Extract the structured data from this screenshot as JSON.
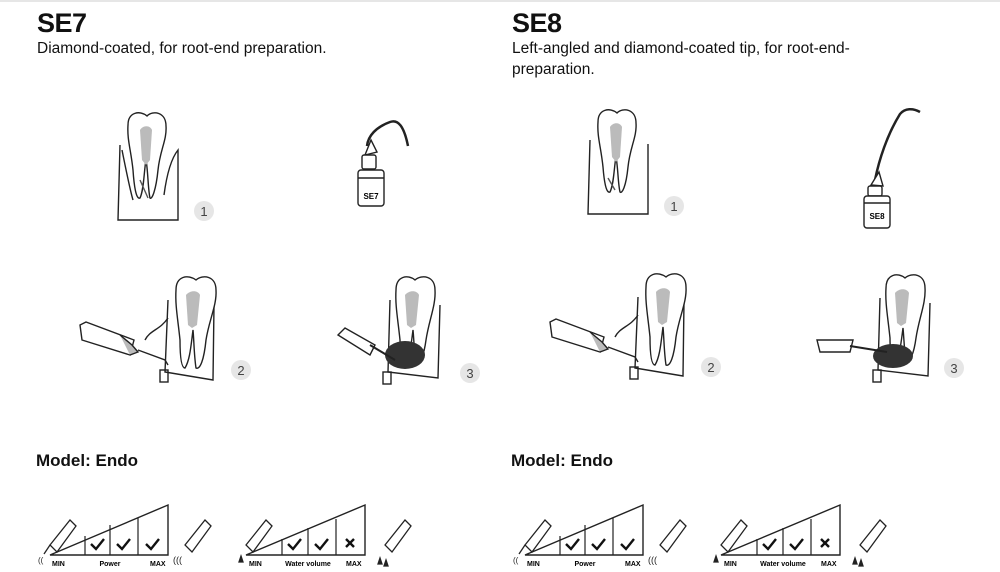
{
  "panels": [
    {
      "title": "SE7",
      "description": "Diamond-coated, for root-end preparation.",
      "tip_label": "SE7",
      "steps": [
        "1",
        "2",
        "3"
      ],
      "model_label": "Model: Endo",
      "power_scale": {
        "min": "MIN",
        "label": "Power",
        "max": "MAX",
        "marks": [
          "check",
          "check",
          "check"
        ]
      },
      "water_scale": {
        "min": "MIN",
        "label": "Water volume",
        "max": "MAX",
        "marks": [
          "check",
          "check",
          "cross"
        ]
      }
    },
    {
      "title": "SE8",
      "description": "Left-angled and diamond-coated tip, for root-end-preparation.",
      "tip_label": "SE8",
      "steps": [
        "1",
        "2",
        "3"
      ],
      "model_label": "Model: Endo",
      "power_scale": {
        "min": "MIN",
        "label": "Power",
        "max": "MAX",
        "marks": [
          "check",
          "check",
          "check"
        ]
      },
      "water_scale": {
        "min": "MIN",
        "label": "Water volume",
        "max": "MAX",
        "marks": [
          "check",
          "check",
          "cross"
        ]
      }
    }
  ],
  "icons": {
    "check": "check-icon",
    "cross": "cross-icon"
  }
}
